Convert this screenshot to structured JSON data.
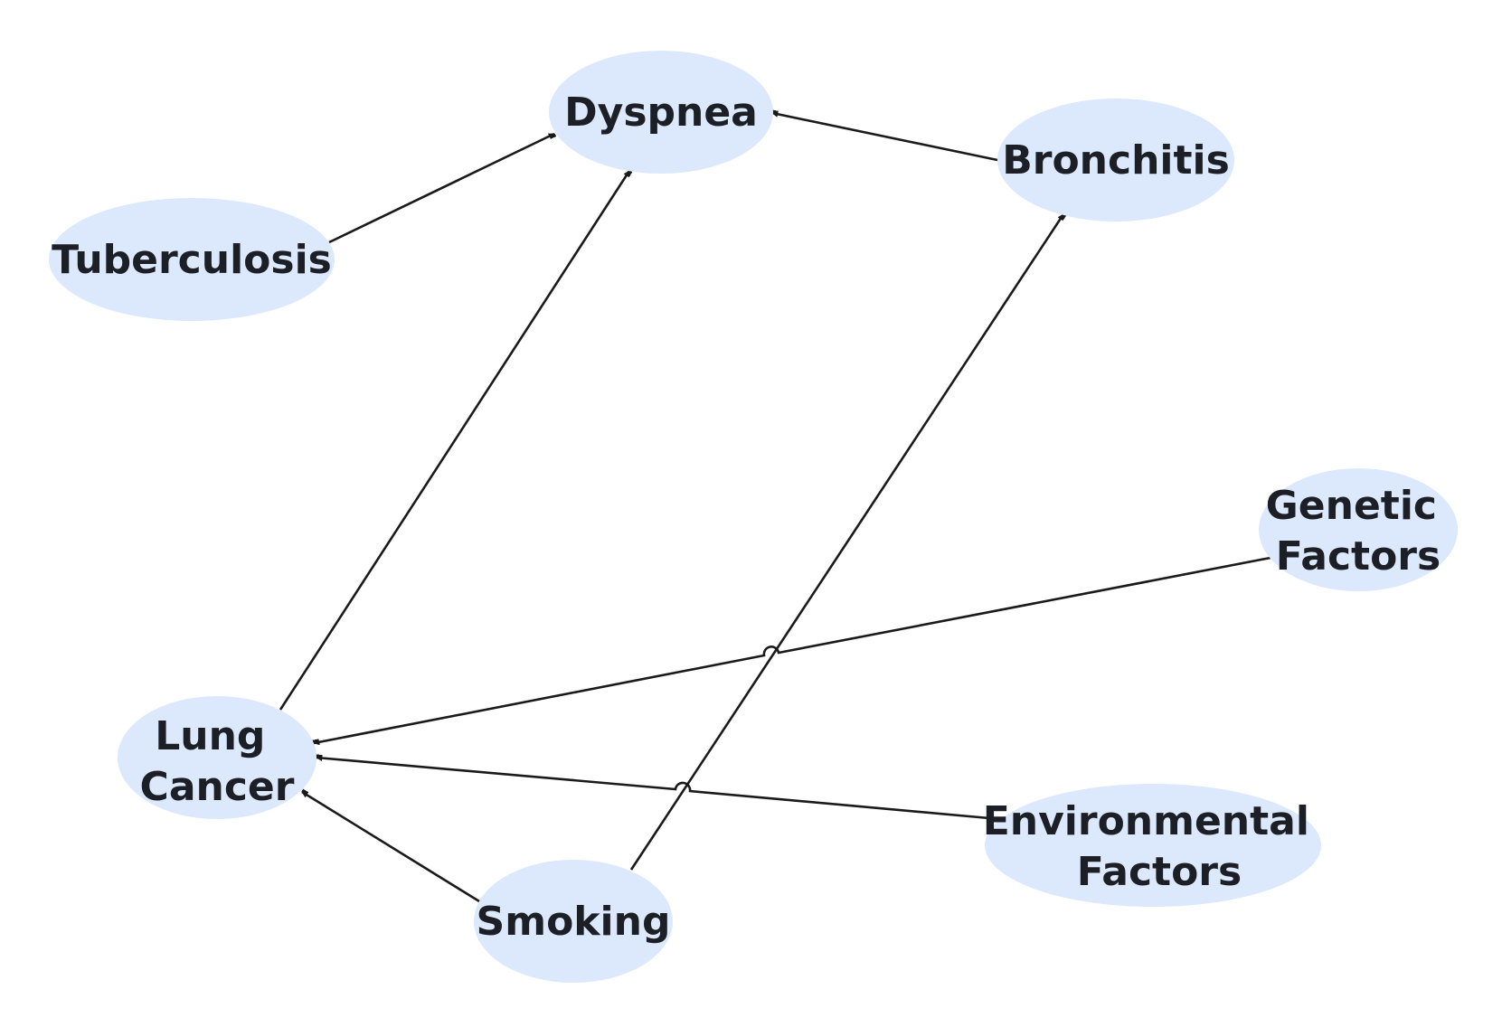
{
  "nodes": [
    {
      "id": "dyspnea",
      "lines": [
        "Dyspnea"
      ]
    },
    {
      "id": "bronchitis",
      "lines": [
        "Bronchitis"
      ]
    },
    {
      "id": "tuberculosis",
      "lines": [
        "Tuberculosis"
      ]
    },
    {
      "id": "genetic",
      "lines": [
        "Genetic",
        "Factors"
      ]
    },
    {
      "id": "lung_cancer",
      "lines": [
        "Lung",
        "Cancer"
      ]
    },
    {
      "id": "environmental",
      "lines": [
        "Environmental",
        "Factors"
      ]
    },
    {
      "id": "smoking",
      "lines": [
        "Smoking"
      ]
    }
  ],
  "edges": [
    {
      "from": "tuberculosis",
      "to": "dyspnea"
    },
    {
      "from": "bronchitis",
      "to": "dyspnea"
    },
    {
      "from": "lung_cancer",
      "to": "dyspnea"
    },
    {
      "from": "smoking",
      "to": "bronchitis"
    },
    {
      "from": "genetic",
      "to": "lung_cancer"
    },
    {
      "from": "environmental",
      "to": "lung_cancer"
    },
    {
      "from": "smoking",
      "to": "lung_cancer"
    }
  ],
  "colors": {
    "node_fill": "#dce8fc",
    "edge": "#1a1a1a",
    "label": "#1c1f26"
  }
}
